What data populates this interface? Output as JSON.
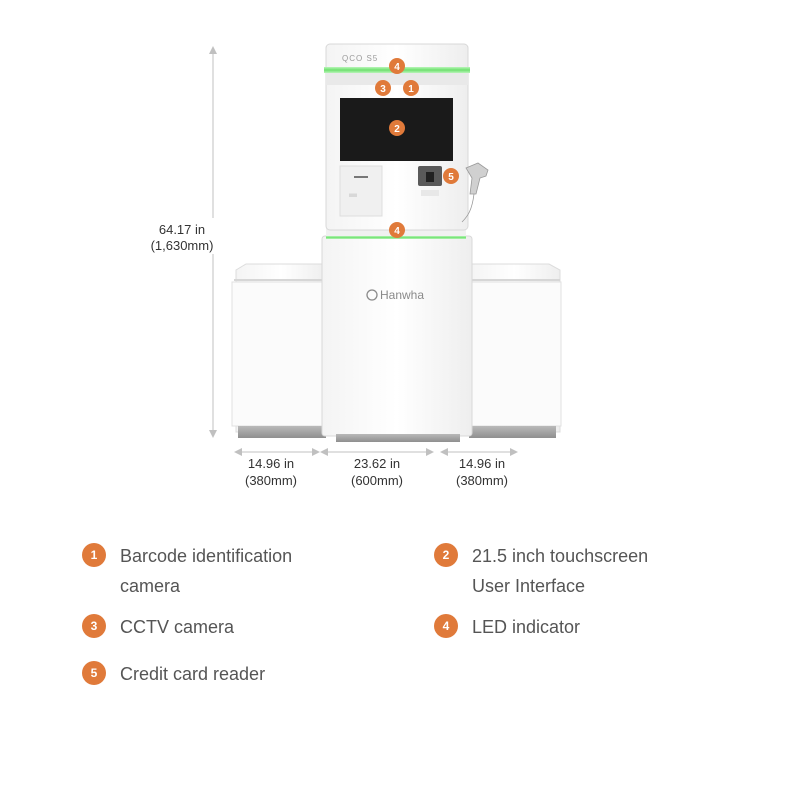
{
  "product": {
    "model": "QCO S5",
    "brand": "Hanwha"
  },
  "dimensions": {
    "height": {
      "inch": "64.17 in",
      "mm": "(1,630mm)"
    },
    "left_width": {
      "inch": "14.96 in",
      "mm": "(380mm)"
    },
    "center_width": {
      "inch": "23.62 in",
      "mm": "(600mm)"
    },
    "right_width": {
      "inch": "14.96 in",
      "mm": "(380mm)"
    }
  },
  "callouts": [
    {
      "number": "1",
      "label": "Barcode identification\ncamera"
    },
    {
      "number": "2",
      "label": "21.5 inch touchscreen\nUser Interface"
    },
    {
      "number": "3",
      "label": "CCTV camera"
    },
    {
      "number": "4",
      "label": "LED indicator"
    },
    {
      "number": "5",
      "label": "Credit card reader"
    }
  ],
  "colors": {
    "badge": "#e07a3a",
    "led": "#7be07b",
    "screen": "#1a1a1a",
    "dimension_line": "#c0c0c0",
    "text": "#555555"
  }
}
